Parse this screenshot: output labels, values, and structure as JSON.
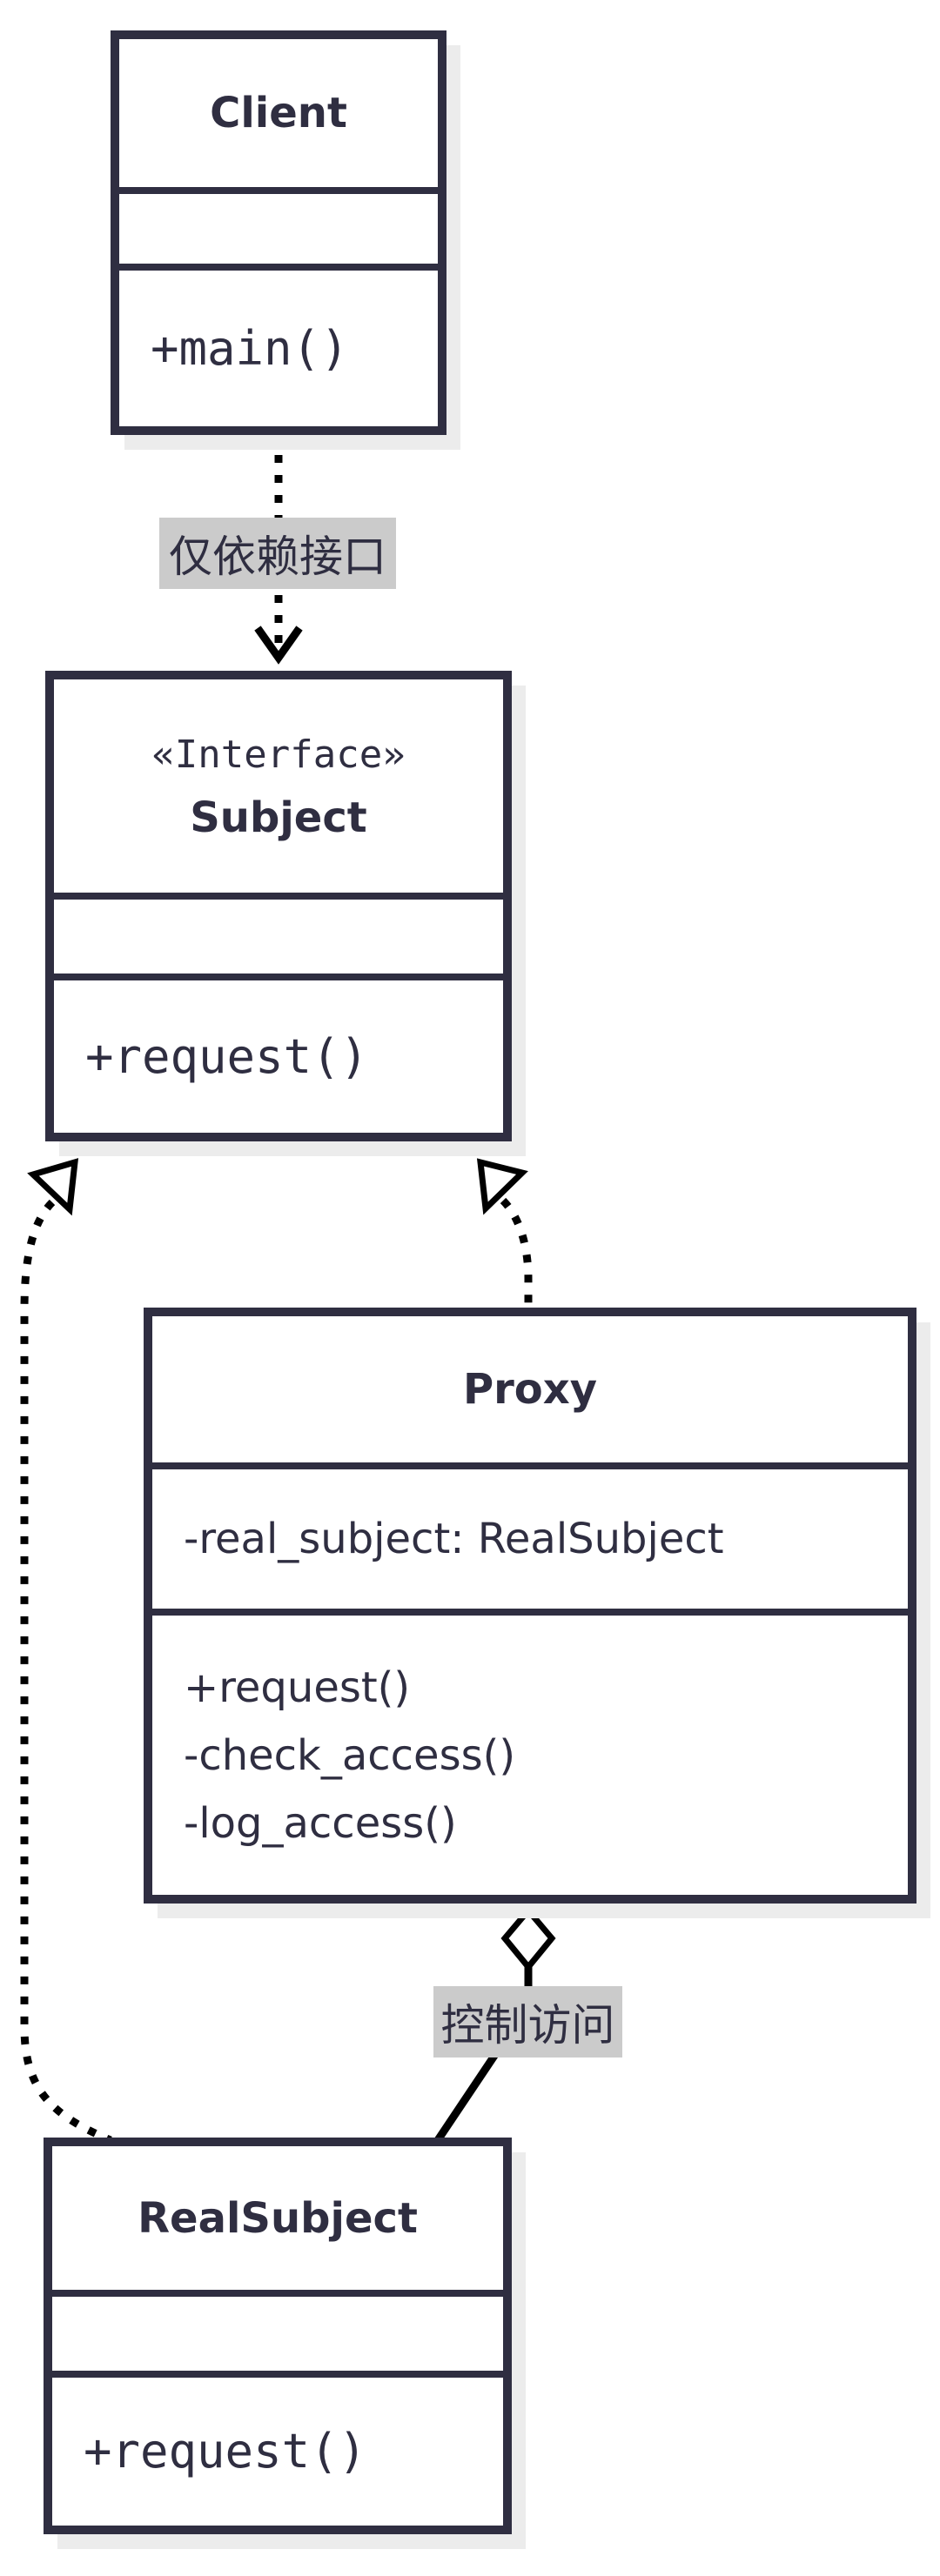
{
  "diagram": {
    "type": "uml-class-diagram",
    "pattern": "Proxy"
  },
  "classes": {
    "client": {
      "name": "Client",
      "attributes": [],
      "methods": [
        "+main()"
      ]
    },
    "subject": {
      "stereotype": "«Interface»",
      "name": "Subject",
      "attributes": [],
      "methods": [
        "+request()"
      ]
    },
    "proxy": {
      "name": "Proxy",
      "attributes": [
        "-real_subject: RealSubject"
      ],
      "methods": [
        "+request()",
        "-check_access()",
        "-log_access()"
      ]
    },
    "real_subject": {
      "name": "RealSubject",
      "attributes": [],
      "methods": [
        "+request()"
      ]
    }
  },
  "edges": {
    "dependency_label": "仅依赖接口",
    "aggregation_label": "控制访问",
    "dependency": "Client ..> Subject",
    "realization_proxy": "Proxy ..|> Subject",
    "realization_real_subject": "RealSubject ..|> Subject",
    "aggregation": "Proxy o-- RealSubject"
  },
  "colors": {
    "ink": "#2f2e41",
    "connector_line": "#000000",
    "label_background": "#cbcbcb",
    "box_shadow": "#ececec",
    "background": "#ffffff"
  }
}
